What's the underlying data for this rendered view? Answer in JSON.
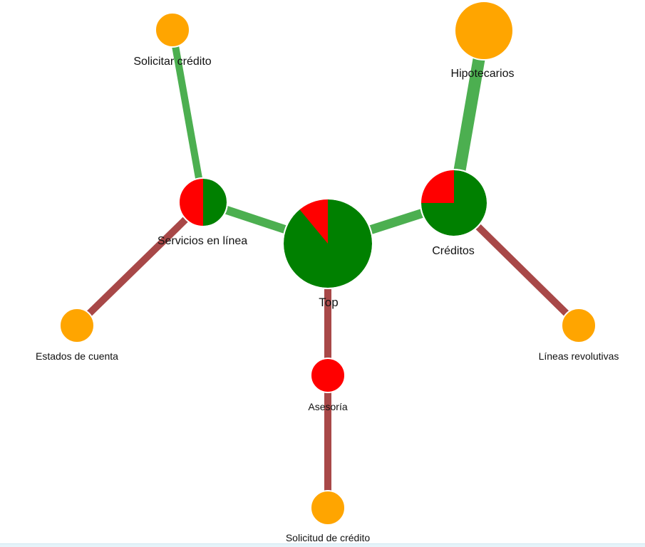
{
  "colors": {
    "link_positive": "#4caf50",
    "link_negative": "#a84848",
    "leaf_node": "#ffa500",
    "slice_positive": "#008000",
    "slice_negative": "#ff0000",
    "node_stroke": "#ffffff",
    "label_text": "#111111"
  },
  "nodes": [
    {
      "id": "top",
      "label": "Top",
      "kind": "pie",
      "positive_fraction": 0.89
    },
    {
      "id": "servicios",
      "label": "Servicios en línea",
      "kind": "pie",
      "positive_fraction": 0.5
    },
    {
      "id": "creditos",
      "label": "Créditos",
      "kind": "pie",
      "positive_fraction": 0.75
    },
    {
      "id": "asesoria",
      "label": "Asesoría",
      "kind": "pie",
      "positive_fraction": 0.0
    },
    {
      "id": "solicitar",
      "label": "Solicitar crédito",
      "kind": "leaf"
    },
    {
      "id": "estados",
      "label": "Estados de cuenta",
      "kind": "leaf"
    },
    {
      "id": "hipotecarios",
      "label": "Hipotecarios",
      "kind": "leaf"
    },
    {
      "id": "lineas",
      "label": "Líneas revolutivas",
      "kind": "leaf"
    },
    {
      "id": "solicitud",
      "label": "Solicitud de crédito",
      "kind": "leaf"
    }
  ],
  "links": [
    {
      "source": "top",
      "target": "servicios",
      "polarity": "positive"
    },
    {
      "source": "top",
      "target": "creditos",
      "polarity": "positive"
    },
    {
      "source": "top",
      "target": "asesoria",
      "polarity": "negative"
    },
    {
      "source": "servicios",
      "target": "solicitar",
      "polarity": "positive"
    },
    {
      "source": "servicios",
      "target": "estados",
      "polarity": "negative"
    },
    {
      "source": "creditos",
      "target": "hipotecarios",
      "polarity": "positive"
    },
    {
      "source": "creditos",
      "target": "lineas",
      "polarity": "negative"
    },
    {
      "source": "asesoria",
      "target": "solicitud",
      "polarity": "negative"
    }
  ]
}
